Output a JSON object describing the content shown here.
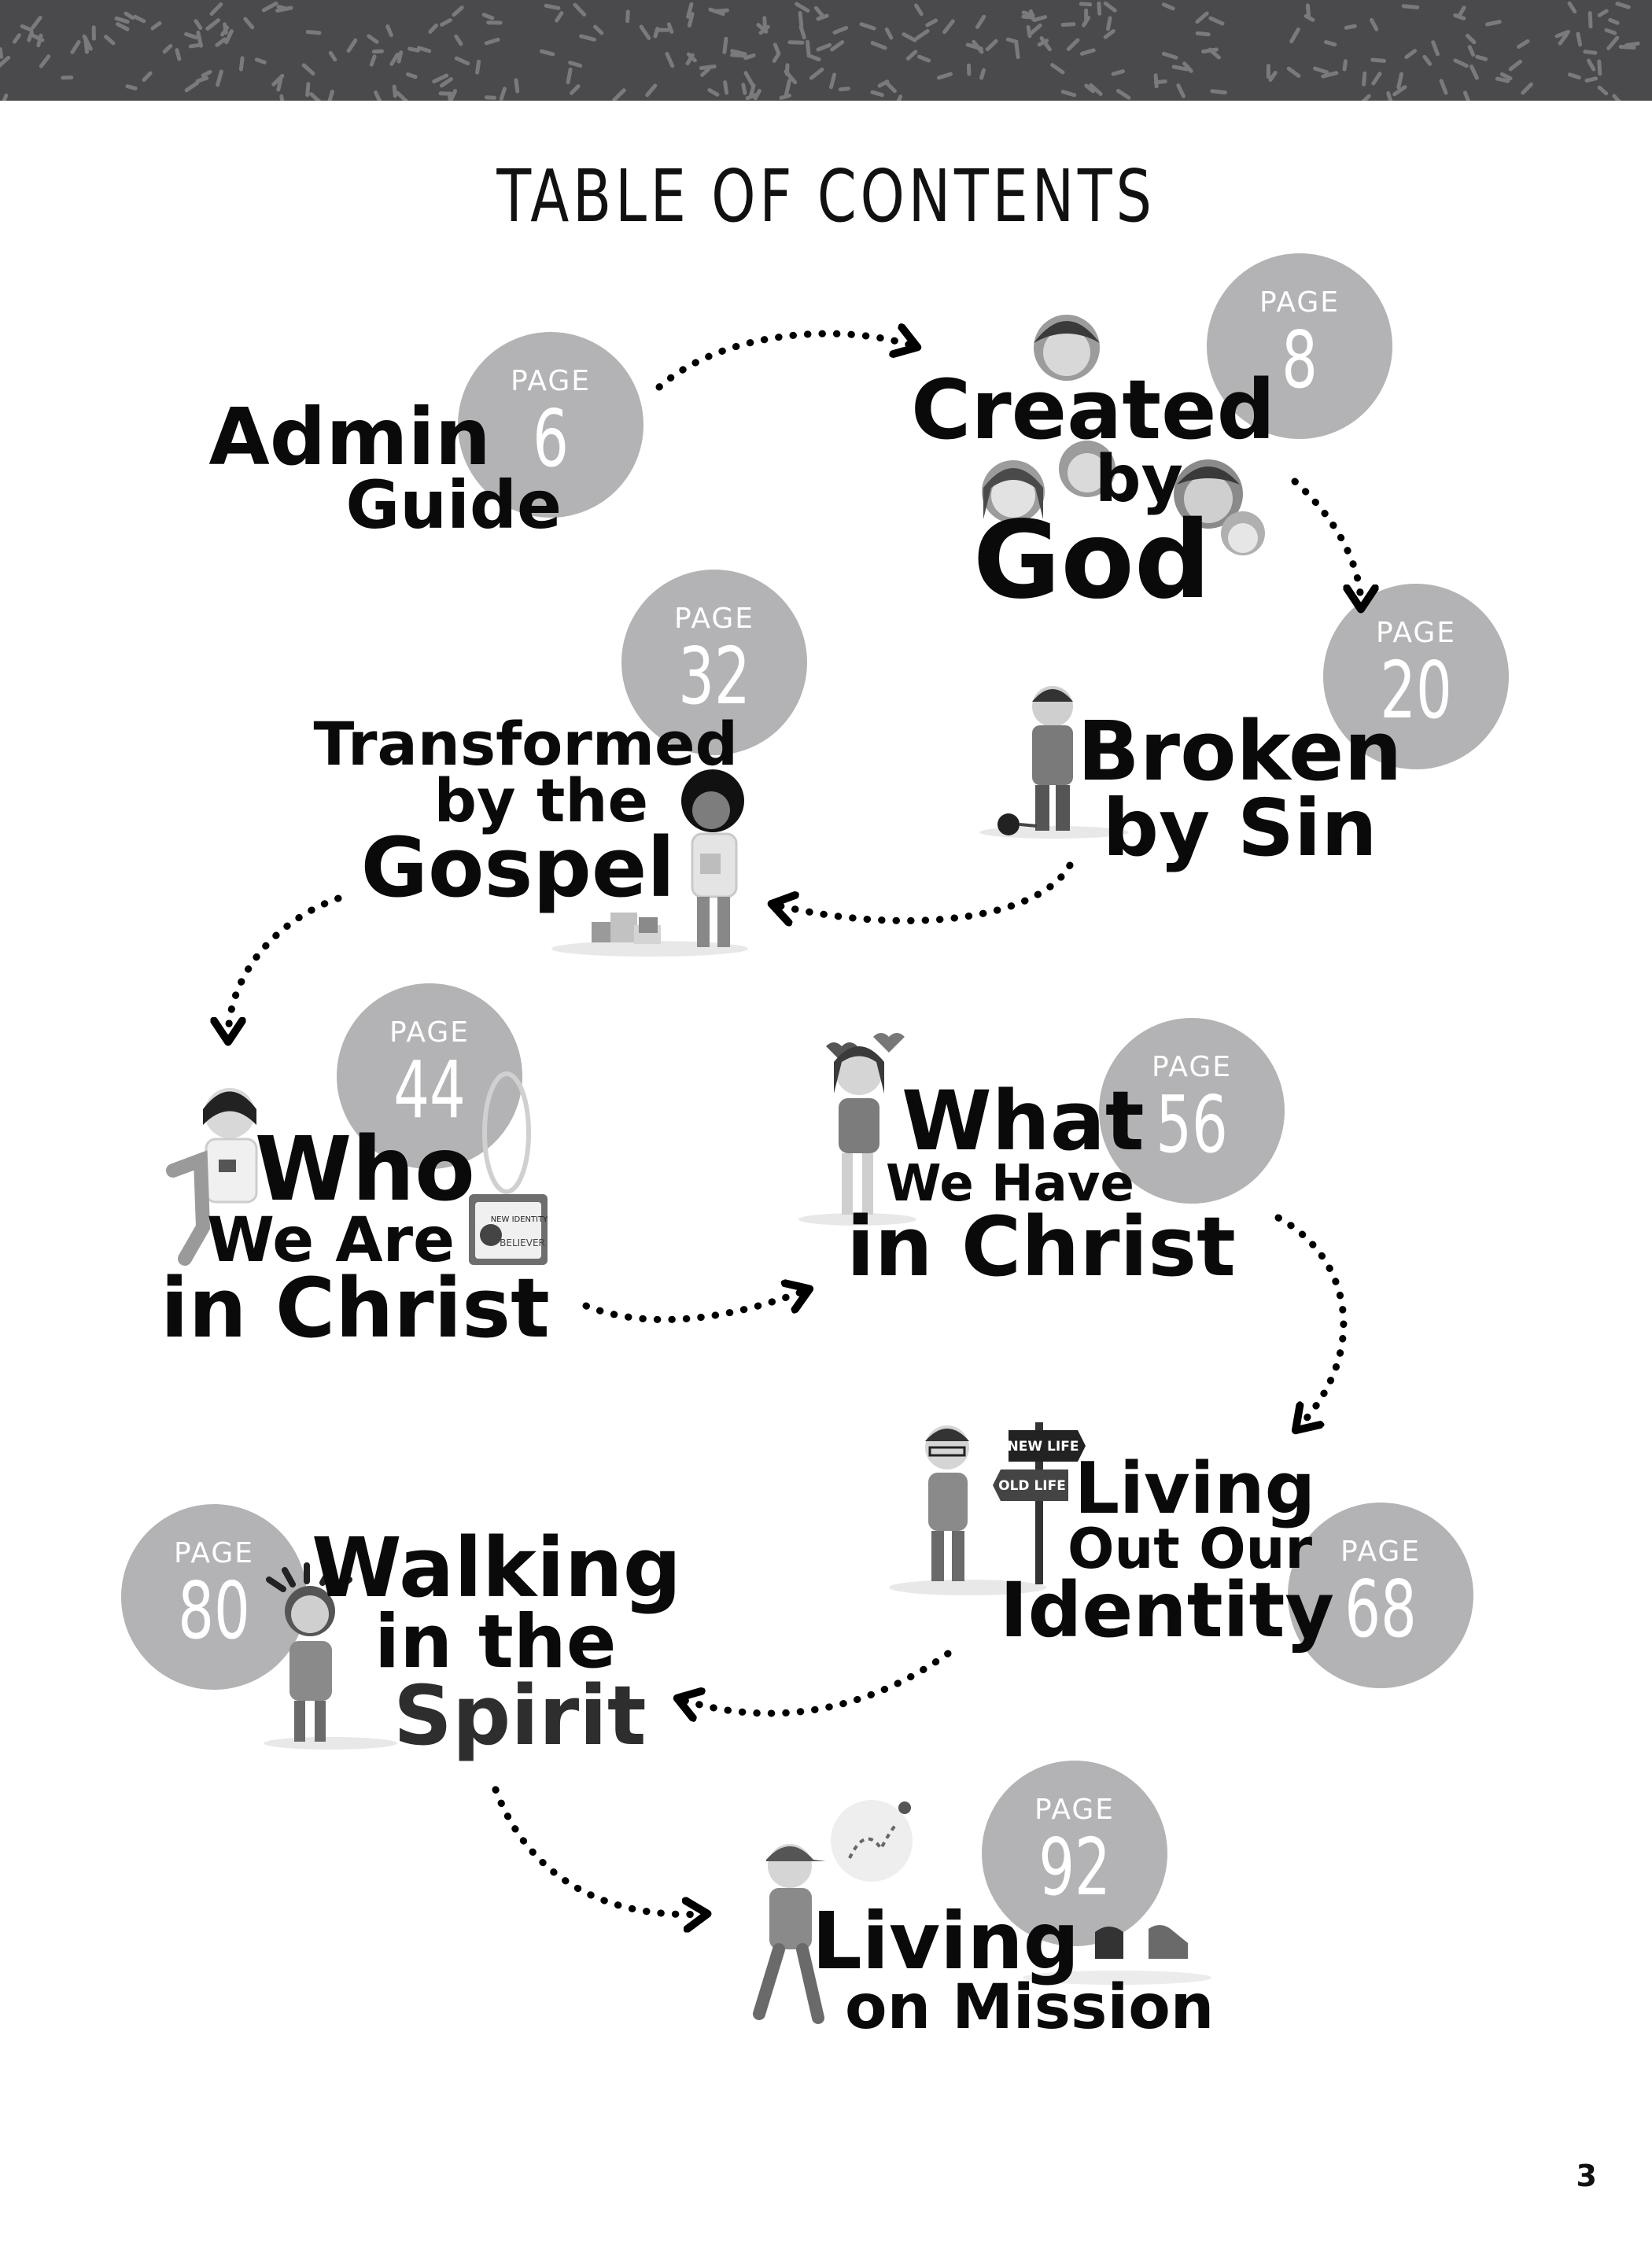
{
  "title": "TABLE OF CONTENTS",
  "page_label": "PAGE",
  "page_number": "3",
  "sections": [
    {
      "lines": [
        "Admin",
        "Guide"
      ],
      "page": "6"
    },
    {
      "lines": [
        "Created",
        "by",
        "God"
      ],
      "page": "8"
    },
    {
      "lines": [
        "Broken",
        "by Sin"
      ],
      "page": "20"
    },
    {
      "lines": [
        "Transformed",
        "by the",
        "Gospel"
      ],
      "page": "32"
    },
    {
      "lines": [
        "Who",
        "We Are",
        "in Christ"
      ],
      "page": "44"
    },
    {
      "lines": [
        "What",
        "We Have",
        "in Christ"
      ],
      "page": "56"
    },
    {
      "lines": [
        "Living",
        "Out Our",
        "Identity"
      ],
      "page": "68"
    },
    {
      "lines": [
        "Walking",
        "in the",
        "Spirit"
      ],
      "page": "80"
    },
    {
      "lines": [
        "Living",
        "on Mission"
      ],
      "page": "92"
    }
  ],
  "illustration_text": {
    "badge_top": "NEW IDENTITY",
    "badge_bottom": "BELIEVER",
    "sign_new": "NEW LIFE",
    "sign_old": "OLD LIFE"
  },
  "colors": {
    "banner": "#4a4a4c",
    "badge": "#b3b3b5",
    "text": "#0a0a0a"
  }
}
